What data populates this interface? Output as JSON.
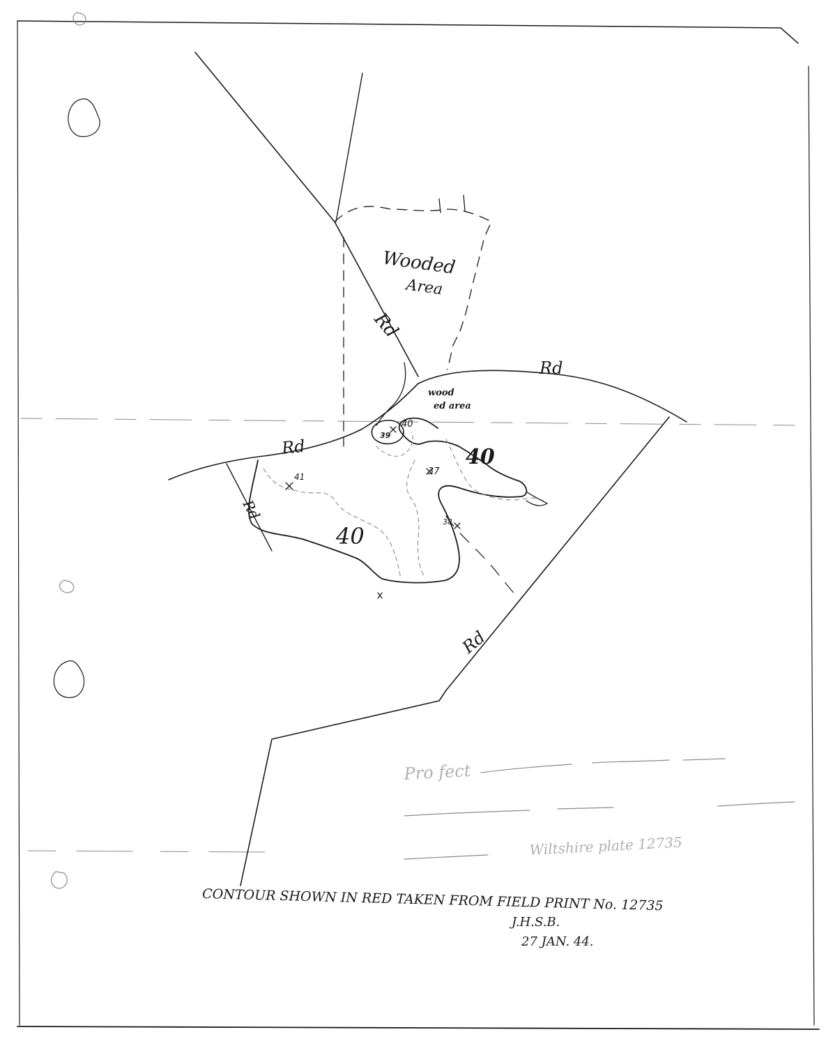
{
  "map": {
    "labels": {
      "wooded_area_line1": "Wooded",
      "wooded_area_line2": "Area",
      "small_wooded_line1": "wood",
      "small_wooded_line2": "ed area",
      "road_north": "Rd",
      "road_east": "Rd",
      "road_west": "Rd",
      "road_southeast": "Rd",
      "road_southwest": "Rd"
    },
    "elevations": {
      "contour_main": "40",
      "contour_east": "40",
      "spot_41": "41",
      "spot_39": "39",
      "spot_40": "40",
      "spot_37": "37",
      "spot_38": "38"
    },
    "faint_notes": {
      "line1": "Pro fect",
      "line2": "",
      "line3": "Wiltshire    plate   12735"
    },
    "caption": {
      "main": "CONTOUR SHOWN IN RED TAKEN FROM FIELD PRINT No. 12735",
      "initials": "J.H.S.B.",
      "date": "27 JAN. 44."
    },
    "colors": {
      "ink": "#1a1a1a",
      "paper": "#ffffff"
    }
  }
}
